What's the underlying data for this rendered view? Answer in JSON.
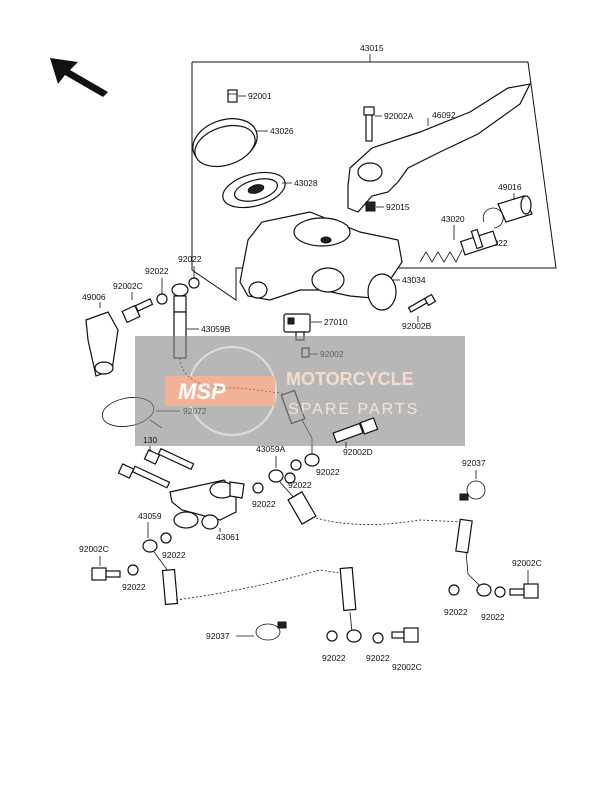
{
  "labels": {
    "l43015": "43015",
    "l92001": "92001",
    "l43026": "43026",
    "l43028": "43028",
    "l92002A": "92002A",
    "l46092": "46092",
    "l92015": "92015",
    "l49016": "49016",
    "l43020": "43020",
    "l43022": "43022",
    "l43034": "43034",
    "l92002B": "92002B",
    "l27010": "27010",
    "l92002": "92002",
    "l92022_a": "92022",
    "l92022_b": "92022",
    "l92002C_a": "92002C",
    "l49006": "49006",
    "l43059B": "43059B",
    "l92072": "92072",
    "l130": "130",
    "l43059A": "43059A",
    "l92002D": "92002D",
    "l92022_c": "92022",
    "l92022_d": "92022",
    "l92022_e": "92022",
    "l92037_a": "92037",
    "l43059": "43059",
    "l43061": "43061",
    "l92022_f": "92022",
    "l92002C_b": "92002C",
    "l92022_g": "92022",
    "l92002C_c": "92002C",
    "l92022_h": "92022",
    "l92022_i": "92022",
    "l92037_b": "92037",
    "l92022_j": "92022",
    "l92022_k": "92022",
    "l92002C_d": "92002C"
  },
  "watermark": {
    "logo": "MSP",
    "title": "MOTORCYCLE",
    "subtitle": "SPARE PARTS"
  },
  "colors": {
    "line": "#111111",
    "watermark_panel": "#8c8c8c",
    "watermark_text": "#f0c9b0"
  }
}
